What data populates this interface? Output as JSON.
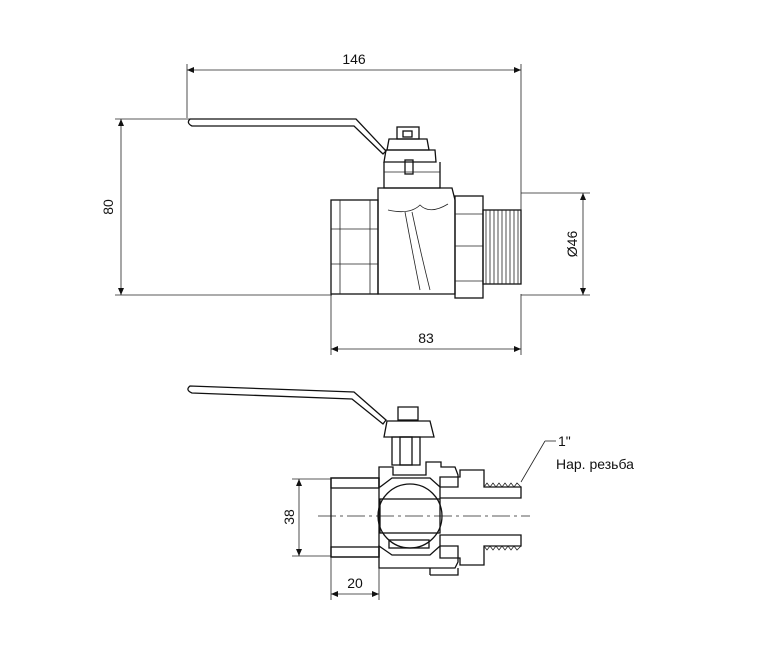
{
  "dimensions": {
    "top_width": "146",
    "height": "80",
    "body_length": "83",
    "diameter": "Ø46",
    "bore": "38",
    "socket_depth": "20"
  },
  "callout": {
    "thread_size": "1\"",
    "thread_type": "Нар. резьба"
  },
  "colors": {
    "line": "#111111",
    "background": "#ffffff"
  }
}
